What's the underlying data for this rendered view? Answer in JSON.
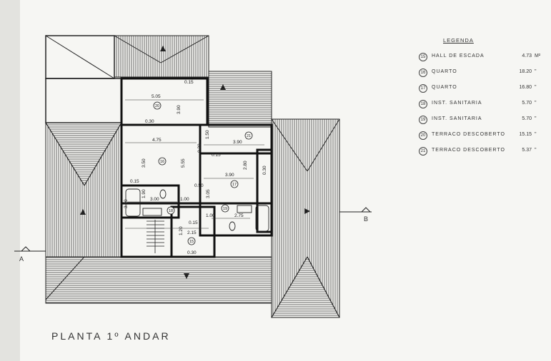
{
  "title": "PLANTA   1º ANDAR",
  "legend": {
    "title": "LEGENDA",
    "unit_m2": "M²",
    "ditto": "\"",
    "items": [
      {
        "num": "15",
        "label": "HALL DE ESCADA",
        "area": "4.73"
      },
      {
        "num": "16",
        "label": "QUARTO",
        "area": "18.20"
      },
      {
        "num": "17",
        "label": "QUARTO",
        "area": "16.80"
      },
      {
        "num": "18",
        "label": "INST. SANITARIA",
        "area": "5.70"
      },
      {
        "num": "19",
        "label": "INST. SANITARIA",
        "area": "5.70"
      },
      {
        "num": "20",
        "label": "TERRACO DESCOBERTO",
        "area": "15.15"
      },
      {
        "num": "21",
        "label": "TERRACO DESCOBERTO",
        "area": "5.37"
      }
    ]
  },
  "sections": {
    "a": "A",
    "b": "B"
  },
  "dimensions": {
    "d505": "5.05",
    "d015a": "0.15",
    "d390a": "3.90",
    "d030a": "0.30",
    "d475": "4.75",
    "d350": "3.50",
    "d555": "5.55",
    "d150": "1.50",
    "d390b": "3.90",
    "d030b": "0.30",
    "d015b": "0.15",
    "d390c": "3.90",
    "d280": "2.80",
    "d030c": "0.30",
    "d190": "1.90",
    "d300a": "3.00",
    "d050": "0.50",
    "d100a": "1.00",
    "d100b": "1.00",
    "d305": "3.05",
    "d275": "2.75",
    "d015c": "0.15",
    "d120": "1.20",
    "d215": "2.15",
    "d030d": "0.30",
    "d015d": "0.15",
    "d300b": "3.00"
  },
  "rooms": {
    "r15": "15",
    "r16": "16",
    "r17": "17",
    "r18": "18",
    "r19": "19",
    "r20": "20",
    "r21": "21"
  }
}
